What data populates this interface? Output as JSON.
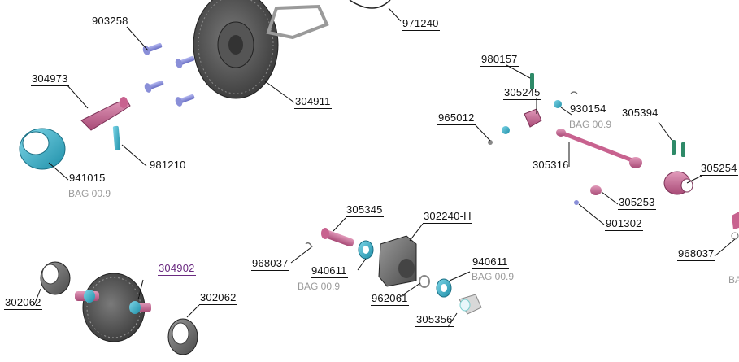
{
  "labels": {
    "l971240": "971240",
    "l903258": "903258",
    "l304973": "304973",
    "l304911": "304911",
    "l981210": "981210",
    "l941015": "941015",
    "l980157": "980157",
    "l305245": "305245",
    "l930154": "930154",
    "l965012": "965012",
    "l305394": "305394",
    "l305316": "305316",
    "l305254": "305254",
    "l305253": "305253",
    "l901302": "901302",
    "l968037b": "968037",
    "l305345": "305345",
    "l302240h": "302240-H",
    "l968037a": "968037",
    "l940611a": "940611",
    "l940611b": "940611",
    "l962061": "962061",
    "l305356": "305356",
    "l304902": "304902",
    "l302062a": "302062",
    "l302062b": "302062"
  },
  "bags": {
    "b941015": "BAG 00.9",
    "b930154": "BAG 00.9",
    "b940611a": "BAG 00.9",
    "b940611b": "BAG 00.9",
    "bcut": "BA"
  },
  "colors": {
    "pink": "#c8628f",
    "blue_part": "#8a8fd8",
    "cyan_part": "#3fb8d0",
    "gray_part": "#5a5a5a"
  }
}
